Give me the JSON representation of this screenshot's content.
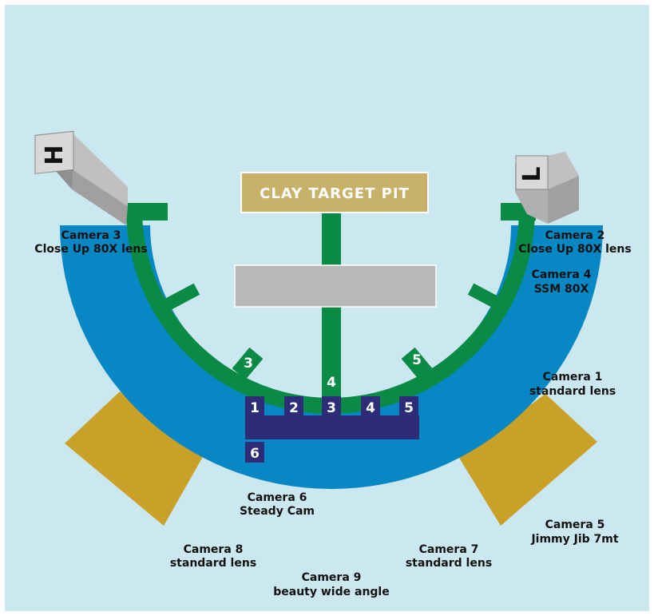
{
  "colors": {
    "background": "#cbe7f0",
    "arena": "#0787c4",
    "track": "#0a8a45",
    "camera_box": "#2c2c77",
    "jib_zone": "#c9a028",
    "pit": "#c8b26a",
    "grey_block": "#b8b8b8"
  },
  "pit_label": "CLAY TARGET PIT",
  "trap_houses": [
    {
      "letter": "H"
    },
    {
      "letter": "L"
    }
  ],
  "position_numbers": [
    "1",
    "2",
    "3",
    "4",
    "5"
  ],
  "steadycam_number": "6",
  "track_numbers": [
    "3",
    "4",
    "5"
  ],
  "cameras": {
    "cam3": {
      "name": "Camera 3",
      "desc": "Close Up 80X lens"
    },
    "cam2": {
      "name": "Camera 2",
      "desc": "Close Up 80X lens"
    },
    "cam4": {
      "name": "Camera 4",
      "desc": "SSM 80X"
    },
    "cam1": {
      "name": "Camera 1",
      "desc": "standard lens"
    },
    "cam6": {
      "name": "Camera 6",
      "desc": "Steady Cam"
    },
    "cam5": {
      "name": "Camera 5",
      "desc": "Jimmy Jib 7mt"
    },
    "cam8": {
      "name": "Camera 8",
      "desc": "standard lens"
    },
    "cam7": {
      "name": "Camera 7",
      "desc": "standard lens"
    },
    "cam9": {
      "name": "Camera 9",
      "desc": "beauty wide angle"
    }
  }
}
